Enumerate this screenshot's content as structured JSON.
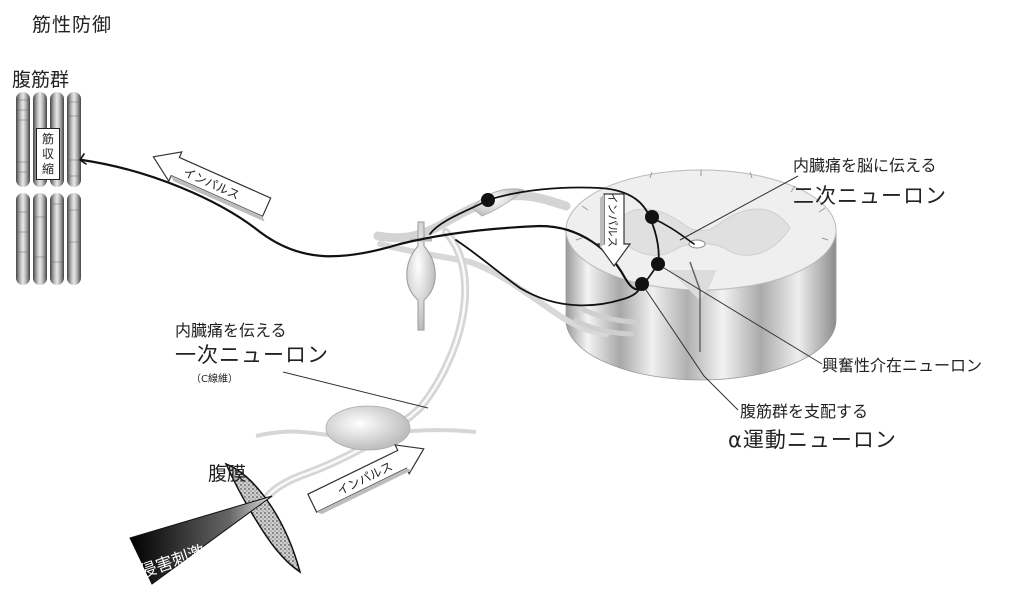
{
  "title": "筋性防御",
  "muscle": {
    "label": "腹筋群",
    "contraction_chars": [
      "筋",
      "収",
      "縮"
    ]
  },
  "impulse_label": "インパルス",
  "second_neuron": {
    "line1": "内臓痛を脳に伝える",
    "line2": "二次ニューロン"
  },
  "interneuron_label": "興奮性介在ニューロン",
  "motor_neuron": {
    "line1": "腹筋群を支配する",
    "line2": "α運動ニューロン"
  },
  "first_neuron": {
    "line1": "内臓痛を伝える",
    "line2": "一次ニューロン",
    "fiber": "（C線維）"
  },
  "peritoneum_label": "腹膜",
  "stimulus_label": "侵害刺激"
}
